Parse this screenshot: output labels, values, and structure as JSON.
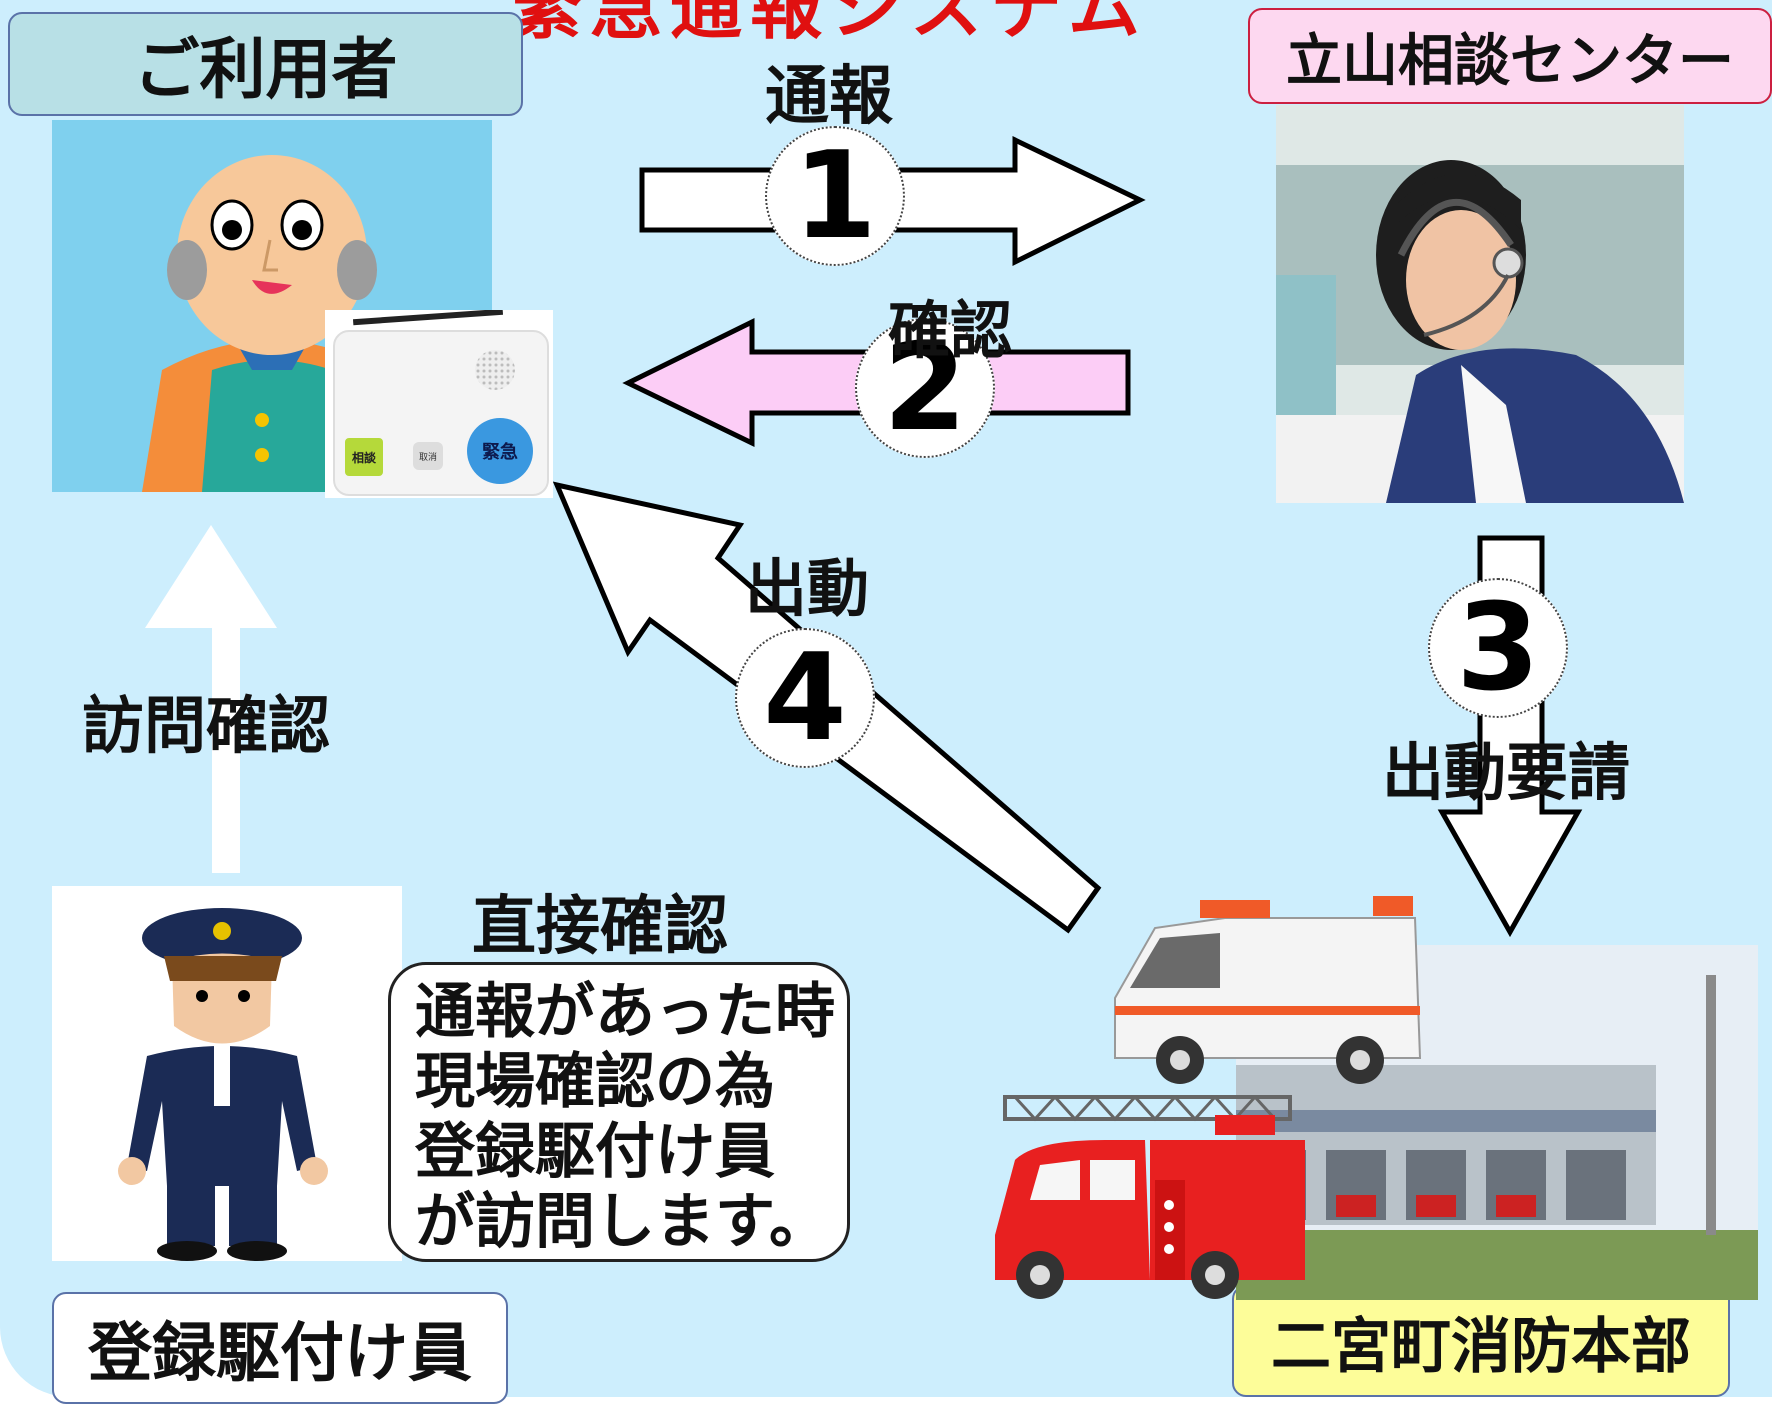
{
  "title_partial": "緊急通報システム",
  "colors": {
    "background": "#cdeefd",
    "user_box": "#b8e0e6",
    "center_box": "#fdd8f0",
    "fire_box": "#fdfd99",
    "confirm_arrow": "#fccdf6",
    "arrow": "#ffffff"
  },
  "nodes": {
    "user": "ご利用者",
    "center": "立山相談センター",
    "fire_dept": "二宮町消防本部",
    "responder": "登録駆付け員"
  },
  "steps": [
    {
      "number": "1",
      "label": "通報"
    },
    {
      "number": "2",
      "label": "確認"
    },
    {
      "number": "3",
      "label": "出動要請"
    },
    {
      "number": "4",
      "label": "出動"
    }
  ],
  "visit_label": "訪問確認",
  "direct_label": "直接確認",
  "note_lines": [
    "通報があった時",
    "現場確認の為",
    "登録駆付け員",
    "が訪問します。"
  ],
  "device": {
    "consult_label": "相談",
    "cancel_label": "取消",
    "emergency_label": "緊急"
  },
  "icons": [
    "elderly-user-illustration",
    "emergency-pendant-device",
    "operator-photo",
    "security-guard-illustration",
    "ambulance-illustration",
    "fire-truck-illustration",
    "fire-station-photo"
  ]
}
